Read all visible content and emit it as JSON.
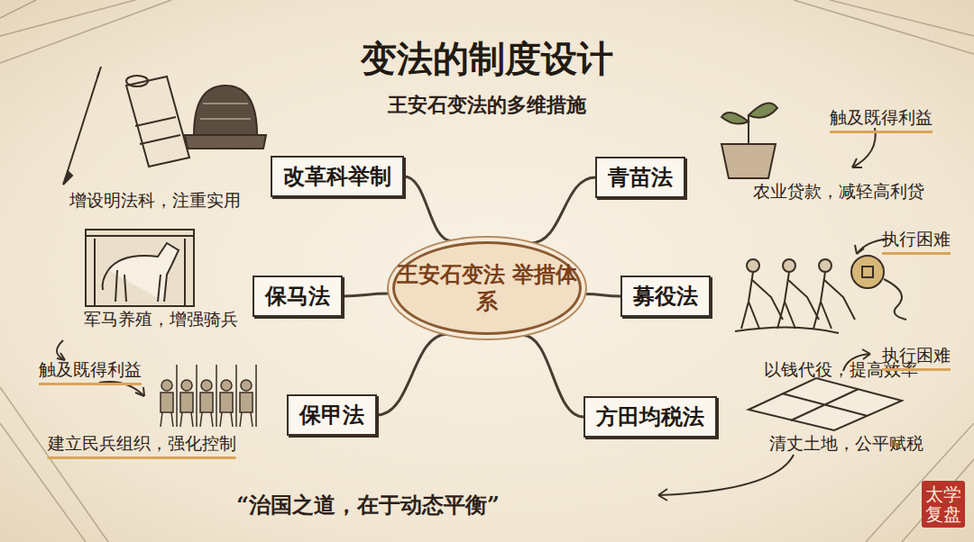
{
  "diagram": {
    "title": "变法的制度设计",
    "nodes": [
      {
        "text": [
          "王安石变法 举措体系"
        ]
      },
      {
        "text": [
          "改革科举制"
        ]
      },
      {
        "text": [
          "保马法"
        ]
      },
      {
        "text": [
          "保甲法"
        ]
      },
      {
        "text": [
          "青苗法"
        ]
      },
      {
        "text": [
          "募役法"
        ]
      },
      {
        "text": [
          "方田均税法"
        ]
      }
    ],
    "edges": [
      {
        "from": 0,
        "to": 1,
        "arrow": "none"
      },
      {
        "from": 0,
        "to": 2,
        "arrow": "none"
      },
      {
        "from": 0,
        "to": 3,
        "arrow": "none"
      },
      {
        "from": 0,
        "to": 4,
        "arrow": "none"
      },
      {
        "from": 0,
        "to": 5,
        "arrow": "none"
      },
      {
        "from": 0,
        "to": 6,
        "arrow": "none"
      }
    ],
    "labels": [
      "王安石变法的多维措施",
      "增设明法科，注重实用",
      "军马养殖，增强骑兵",
      "触及既得利益",
      "建立民兵组织，强化控制",
      "触及既得利益",
      "农业贷款，减轻高利贷",
      "执行困难",
      "以钱代役，提高效率",
      "执行困难",
      "清丈土地，公平赋税",
      "“治国之道，在于动态平衡”",
      "太学复盘"
    ]
  }
}
